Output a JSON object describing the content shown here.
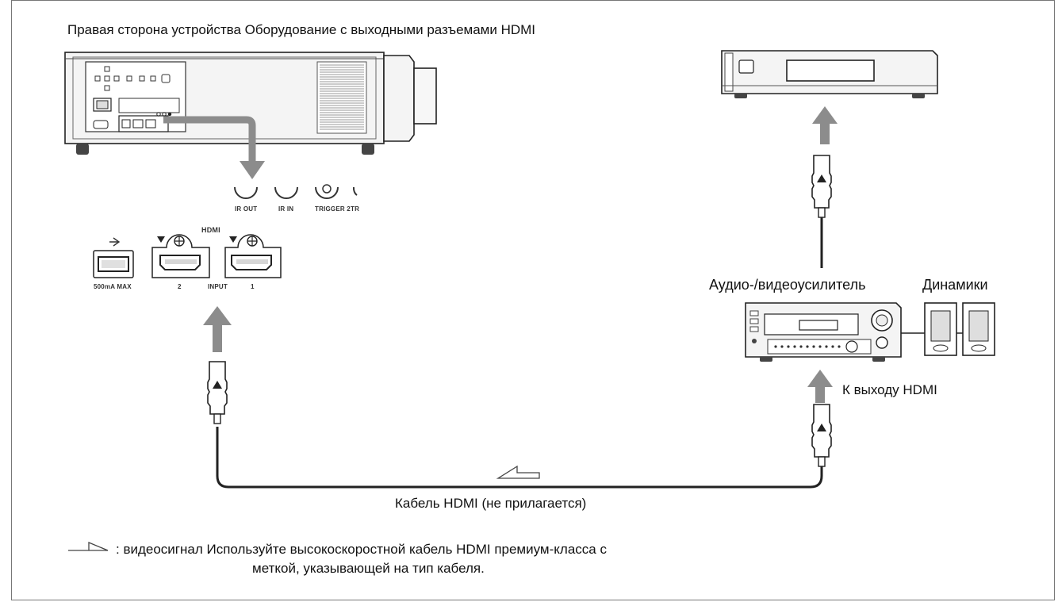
{
  "texts": {
    "title": "Правая сторона устройства Оборудование с выходными разъемами HDMI",
    "amplifier": "Аудио-/видеоусилитель",
    "speakers": "Динамики",
    "to_hdmi_out": "К выходу HDMI",
    "cable": "Кабель HDMI (не прилагается)",
    "legend_line1": ": видеосигнал Используйте высокоскоростной кабель HDMI премиум-класса с",
    "legend_line2": "меткой, указывающей на тип кабеля."
  },
  "panel_labels": {
    "ir_out": "IR OUT",
    "ir_in": "IR IN",
    "trigger2": "TRIGGER 2",
    "tr": "TR",
    "usb_max": "500mA MAX",
    "hdmi_logo": "HDMI",
    "port2": "2",
    "input": "INPUT",
    "port1": "1"
  },
  "colors": {
    "arrow": "#8c8c8c",
    "line": "#222222",
    "device_fill": "#f4f4f4",
    "vent": "#9a9a9a"
  },
  "icons": [
    "usb-icon",
    "hdmi-port-icon",
    "hdmi-plug-icon",
    "signal-direction-arrow-icon"
  ]
}
